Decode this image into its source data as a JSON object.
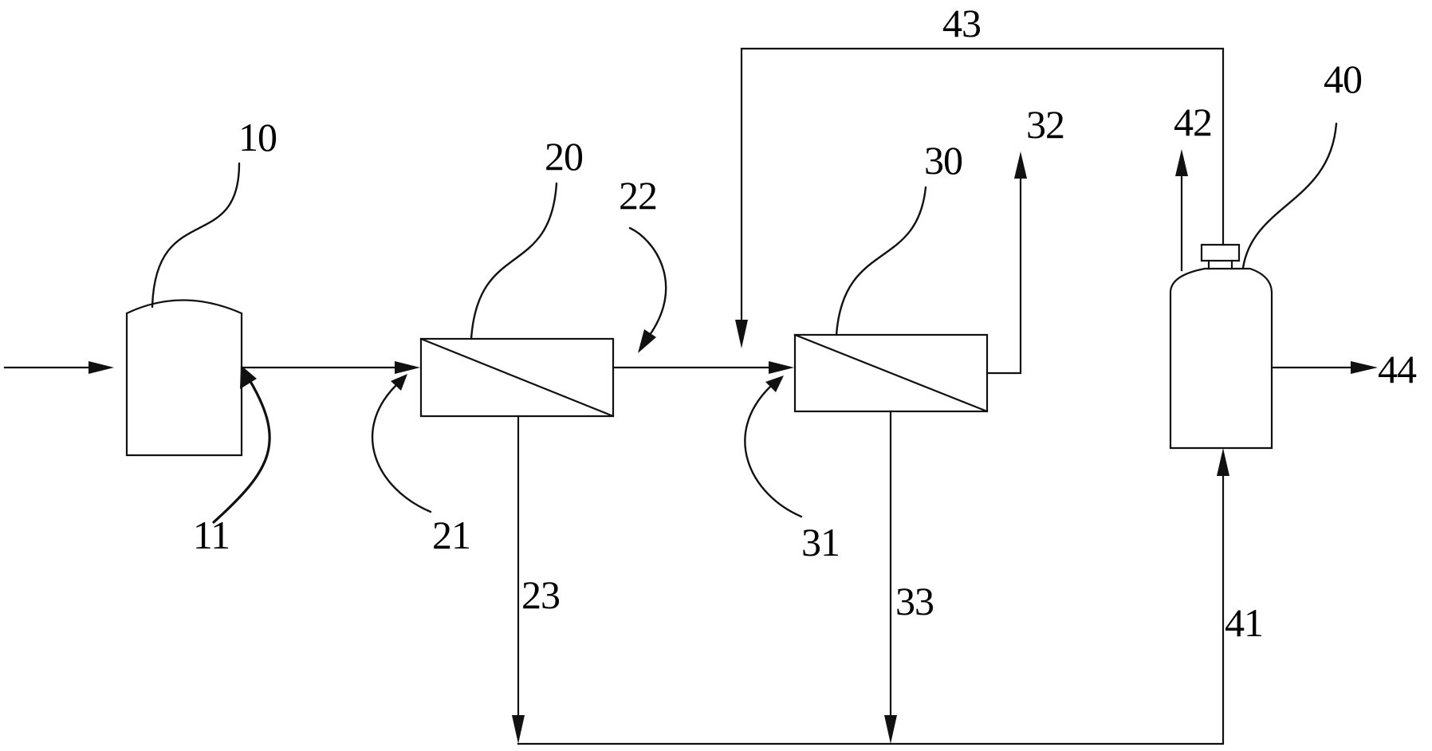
{
  "diagram": {
    "labels": {
      "l10": "10",
      "l11": "11",
      "l20": "20",
      "l21": "21",
      "l22": "22",
      "l23": "23",
      "l30": "30",
      "l31": "31",
      "l32": "32",
      "l33": "33",
      "l40": "40",
      "l41": "41",
      "l42": "42",
      "l43": "43",
      "l44": "44"
    },
    "colors": {
      "stroke": "#111111",
      "background": "#ffffff"
    }
  }
}
